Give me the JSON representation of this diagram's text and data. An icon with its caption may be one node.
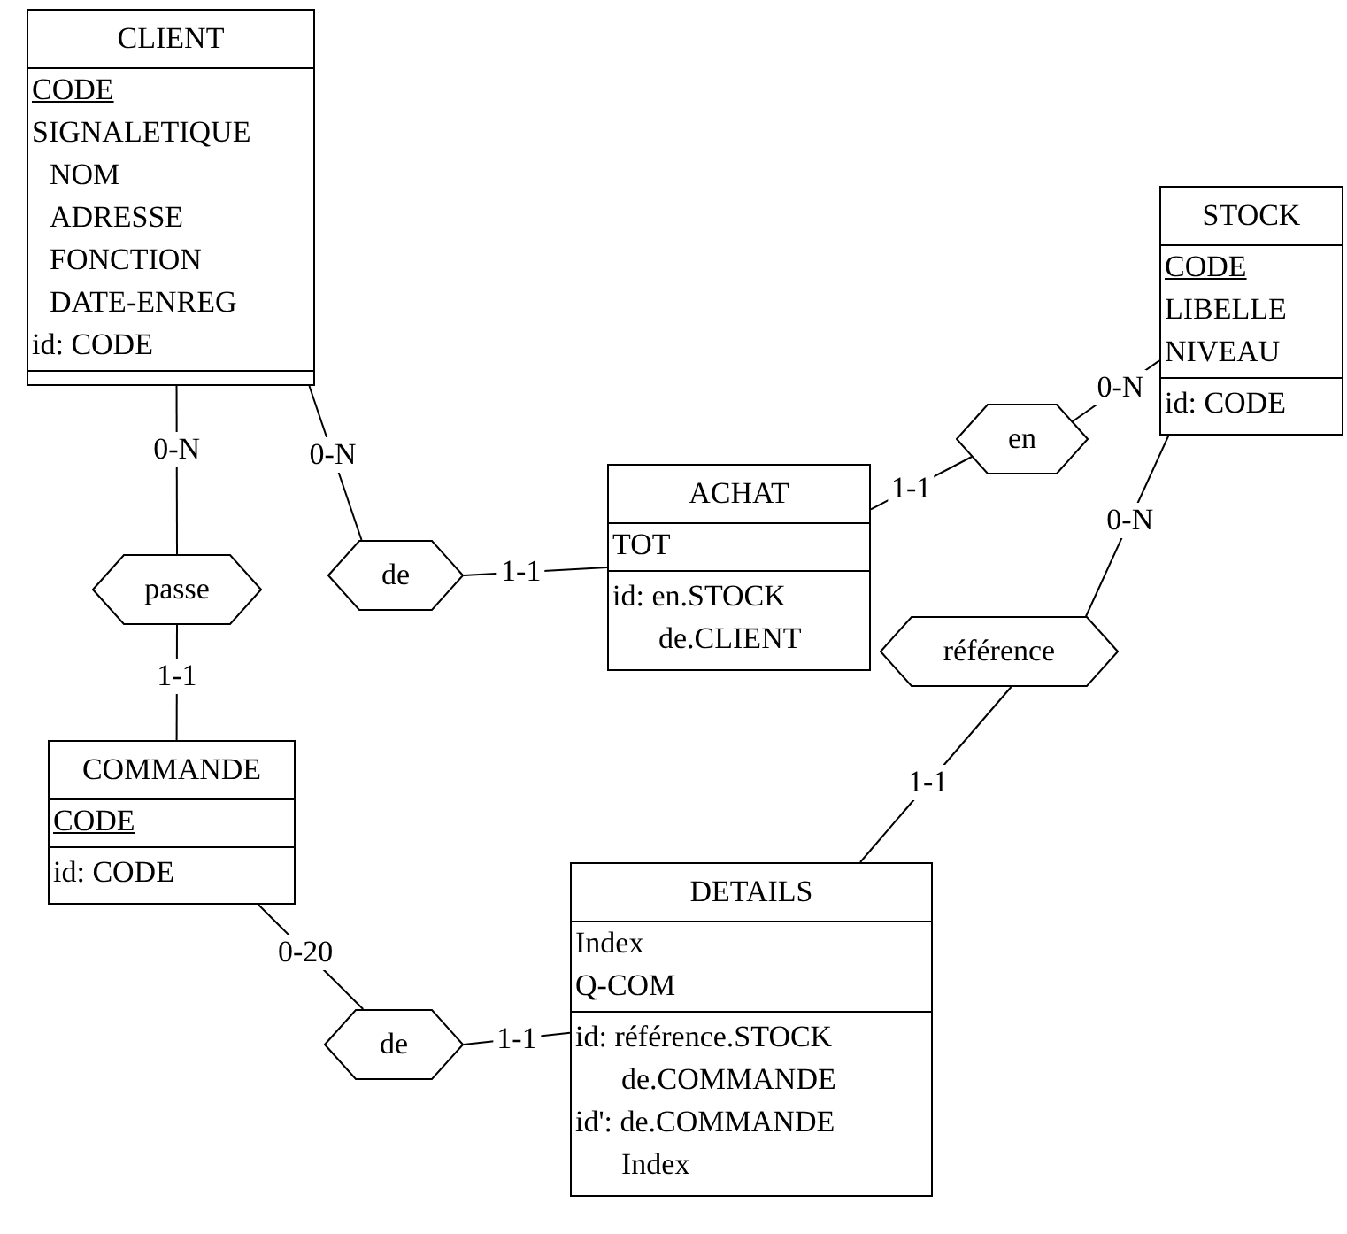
{
  "diagram": {
    "nodes": [
      {
        "text": [
          "CLIENT",
          "CODE",
          "SIGNALETIQUE",
          "NOM",
          "ADRESSE",
          "FONCTION",
          "DATE-ENREG",
          "id: CODE"
        ]
      },
      {
        "text": [
          "STOCK",
          "CODE",
          "LIBELLE",
          "NIVEAU",
          "id: CODE"
        ]
      },
      {
        "text": [
          "ACHAT",
          "TOT",
          "id: en.STOCK",
          "de.CLIENT"
        ]
      },
      {
        "text": [
          "passe"
        ]
      },
      {
        "text": [
          "de"
        ]
      },
      {
        "text": [
          "en"
        ]
      },
      {
        "text": [
          "COMMANDE",
          "CODE",
          "id: CODE"
        ]
      },
      {
        "text": [
          "référence"
        ]
      },
      {
        "text": [
          "DETAILS",
          "Index",
          "Q-COM",
          "id: référence.STOCK",
          "de.COMMANDE",
          "id': de.COMMANDE",
          "Index"
        ]
      },
      {
        "text": [
          "de"
        ]
      }
    ],
    "edges": [
      {
        "from": 0,
        "to": 3,
        "arrow": "none",
        "label": "0-N"
      },
      {
        "from": 3,
        "to": 6,
        "arrow": "none",
        "label": "1-1"
      },
      {
        "from": 0,
        "to": 4,
        "arrow": "none",
        "label": "0-N"
      },
      {
        "from": 4,
        "to": 2,
        "arrow": "none",
        "label": "1-1"
      },
      {
        "from": 2,
        "to": 5,
        "arrow": "none",
        "label": "1-1"
      },
      {
        "from": 5,
        "to": 1,
        "arrow": "none",
        "label": "0-N"
      },
      {
        "from": 1,
        "to": 7,
        "arrow": "none",
        "label": "0-N"
      },
      {
        "from": 7,
        "to": 8,
        "arrow": "none",
        "label": "1-1"
      },
      {
        "from": 6,
        "to": 9,
        "arrow": "none",
        "label": "0-20"
      },
      {
        "from": 9,
        "to": 8,
        "arrow": "none",
        "label": "1-1"
      }
    ]
  }
}
